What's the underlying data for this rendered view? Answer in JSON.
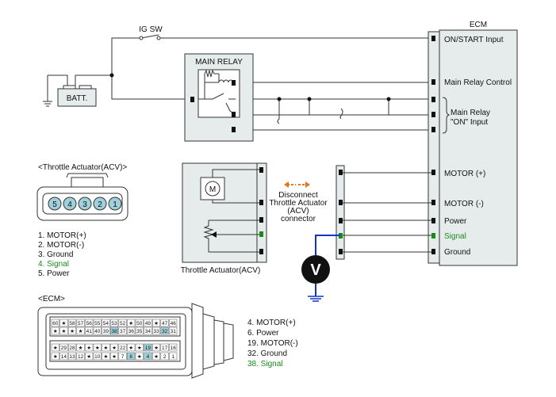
{
  "ecm_box": {
    "title": "ECM",
    "pins": {
      "on_start": "ON/START Input",
      "main_relay_control": "Main Relay Control",
      "main_relay_on_line1": "Main Relay",
      "main_relay_on_line2": "\"ON\" Input",
      "motor_plus": "MOTOR (+)",
      "motor_minus": "MOTOR (-)",
      "power": "Power",
      "signal": "Signal",
      "ground": "Ground"
    }
  },
  "supply": {
    "ig_sw": "IG SW",
    "battery": "BATT.",
    "main_relay": "MAIN RELAY"
  },
  "actuator": {
    "name": "Throttle Actuator(ACV)",
    "motor_symbol": "M",
    "voltmeter": "V",
    "disconnect_note": [
      "Disconnect",
      "Throttle Actuator",
      "(ACV)",
      "connector"
    ]
  },
  "acv_connector": {
    "title": "<Throttle Actuator(ACV)>",
    "pin_numbers": [
      "5",
      "4",
      "3",
      "2",
      "1"
    ],
    "legend": [
      {
        "text": "1. MOTOR(+)",
        "signal": false
      },
      {
        "text": "2. MOTOR(-)",
        "signal": false
      },
      {
        "text": "3. Ground",
        "signal": false
      },
      {
        "text": "4. Signal",
        "signal": true
      },
      {
        "text": "5. Power",
        "signal": false
      }
    ]
  },
  "ecm_connector": {
    "title": "<ECM>",
    "row1": [
      "60",
      "★",
      "58",
      "57",
      "56",
      "55",
      "54",
      "53",
      "52",
      "★",
      "50",
      "49",
      "★",
      "47",
      "46"
    ],
    "row2": [
      "★",
      "★",
      "★",
      "★",
      "41",
      "40",
      "39",
      "38",
      "37",
      "36",
      "35",
      "34",
      "33",
      "32",
      "31"
    ],
    "row3": [
      "★",
      "29",
      "28",
      "★",
      "★",
      "★",
      "★",
      "★",
      "22",
      "★",
      "★",
      "19",
      "★",
      "17",
      "16"
    ],
    "row4": [
      "★",
      "14",
      "13",
      "12",
      "★",
      "10",
      "★",
      "★",
      "7",
      "6",
      "★",
      "4",
      "★",
      "2",
      "1"
    ],
    "highlighted": [
      "38",
      "32",
      "6",
      "4",
      "19"
    ],
    "legend": [
      {
        "text": "4. MOTOR(+)",
        "signal": false
      },
      {
        "text": "6. Power",
        "signal": false
      },
      {
        "text": "19. MOTOR(-)",
        "signal": false
      },
      {
        "text": "32. Ground",
        "signal": false
      },
      {
        "text": "38. Signal",
        "signal": true
      }
    ]
  },
  "colors": {
    "signal": "#1a8a1a",
    "probe_wire": "#1133cc",
    "arrow": "#e8741a",
    "ecm_fill": "#e6ecec",
    "pin_highlight": "#9fd0dc"
  }
}
